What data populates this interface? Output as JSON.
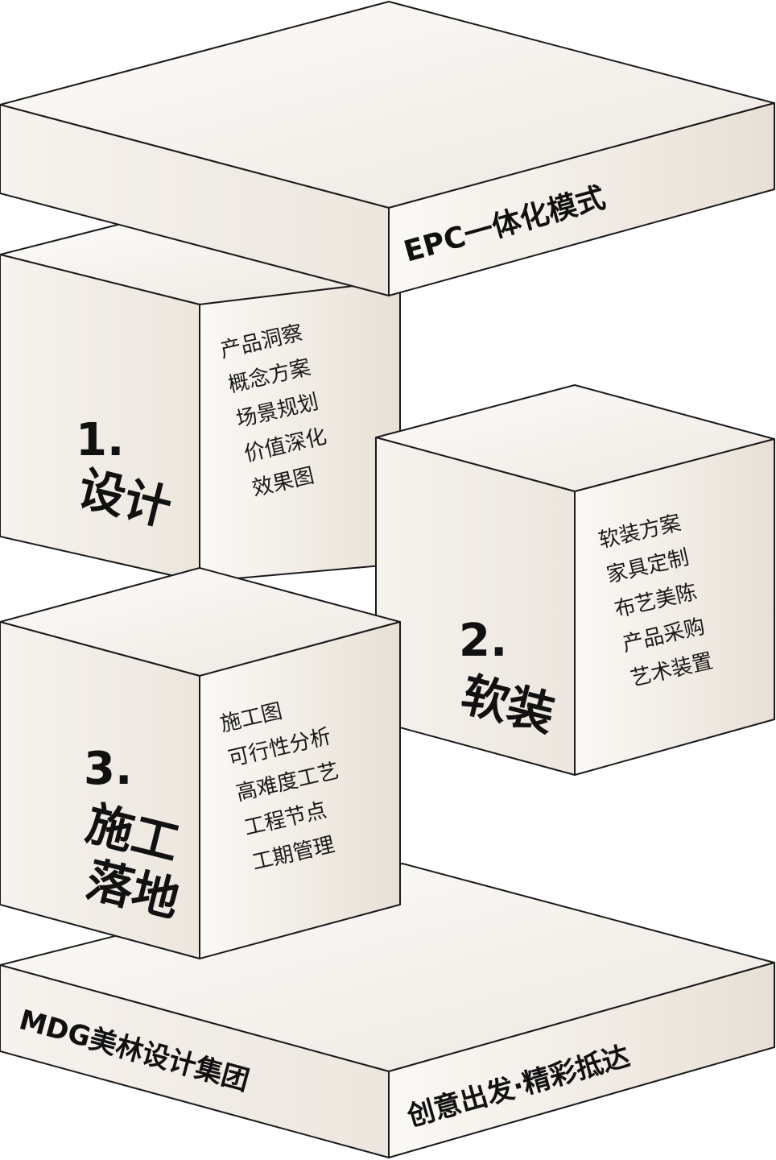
{
  "top_slab": {
    "label": "EPC一体化模式"
  },
  "blocks": [
    {
      "number": "1.",
      "title_lines": [
        "设计"
      ],
      "items": [
        "产品洞察",
        "概念方案",
        "场景规划",
        "价值深化",
        "效果图"
      ]
    },
    {
      "number": "2.",
      "title_lines": [
        "软装"
      ],
      "items": [
        "软装方案",
        "家具定制",
        "布艺美陈",
        "产品采购",
        "艺术装置"
      ]
    },
    {
      "number": "3.",
      "title_lines": [
        "施工",
        "落地"
      ],
      "items": [
        "施工图",
        "可行性分析",
        "高难度工艺",
        "工程节点",
        "工期管理"
      ]
    }
  ],
  "bottom_slab": {
    "left_label": "MDG美林设计集团",
    "right_label": "创意出发·精彩抵达"
  },
  "colors": {
    "stroke": "#1a1a1a",
    "face_light": "#fdfcfb",
    "face_mid": "#f2ede7",
    "face_dark": "#e6ded4"
  }
}
